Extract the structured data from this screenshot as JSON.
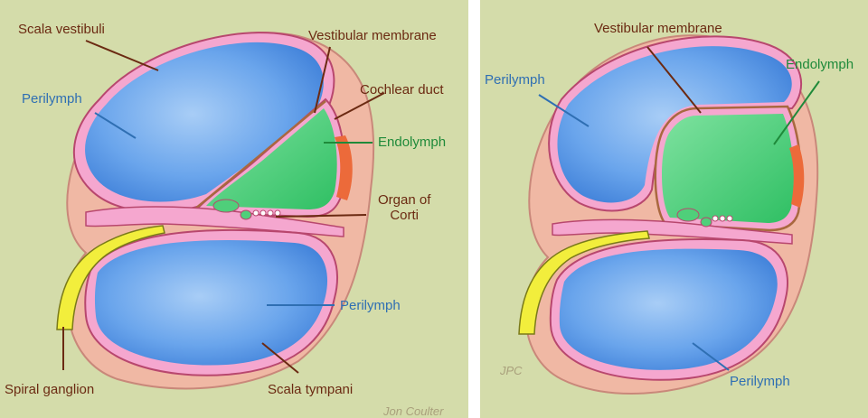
{
  "left_panel": {
    "labels": {
      "scala_vestibuli": "Scala vestibuli",
      "vestibular_membrane": "Vestibular membrane",
      "cochlear_duct": "Cochlear duct",
      "perilymph_top": "Perilymph",
      "endolymph": "Endolymph",
      "organ_of_corti": "Organ of\nCorti",
      "perilymph_bottom": "Perilymph",
      "spiral_ganglion": "Spiral ganglion",
      "scala_tympani": "Scala tympani"
    },
    "credit": "Jon Coulter"
  },
  "right_panel": {
    "labels": {
      "vestibular_membrane": "Vestibular membrane",
      "endolymph": "Endolymph",
      "perilymph_top": "Perilymph",
      "perilymph_bottom": "Perilymph"
    },
    "credit": "JPC"
  },
  "colors": {
    "background": "#d4dcaa",
    "perilymph_blue": "#5b9be6",
    "endolymph_green": "#4fcf7a",
    "membrane_pink": "#f07ac0",
    "spiral_ganglion_yellow": "#f2ee3c",
    "stria_orange": "#ec6a3a",
    "label_brown": "#6b2a12",
    "label_blue": "#2f6fb3",
    "label_green": "#1f8a3a"
  }
}
